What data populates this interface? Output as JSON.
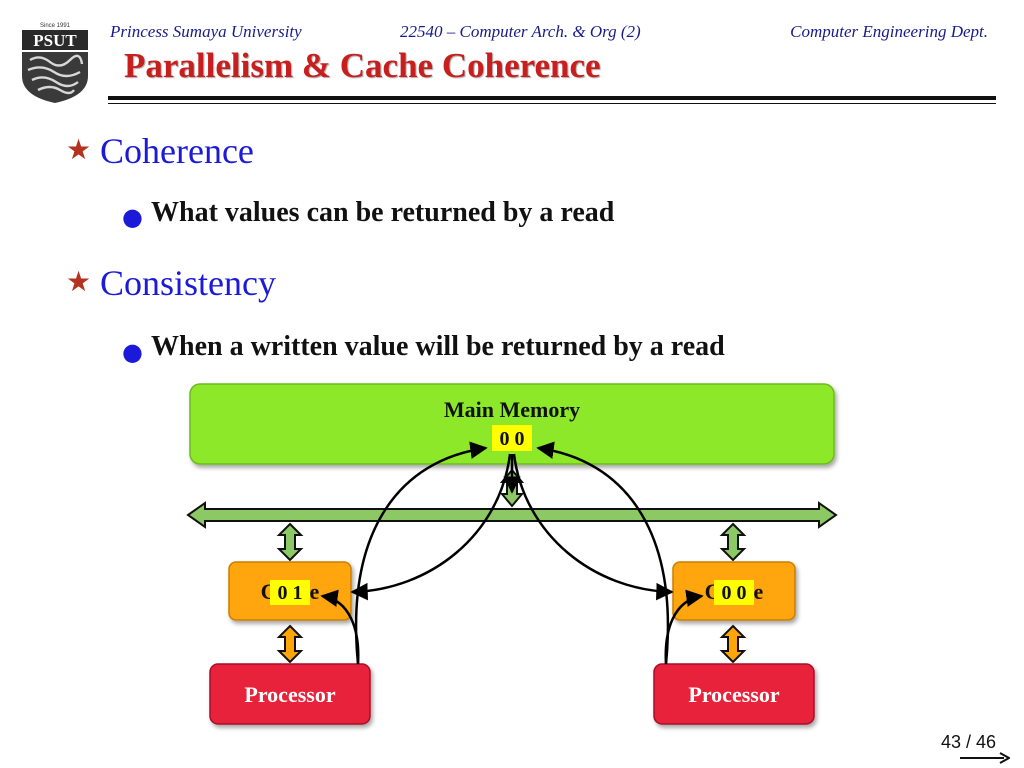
{
  "header": {
    "university": "Princess Sumaya University",
    "course": "22540 – Computer Arch. & Org (2)",
    "department": "Computer Engineering Dept.",
    "logo_text": "PSUT",
    "logo_caption": "Since 1991"
  },
  "slide": {
    "title": "Parallelism & Cache Coherence",
    "bullets": [
      {
        "label": "Coherence",
        "sub": "What values can be returned by a read"
      },
      {
        "label": "Consistency",
        "sub": "When a written value will be returned by a read"
      }
    ]
  },
  "diagram": {
    "memory": {
      "label": "Main Memory",
      "value": "0 0"
    },
    "caches": [
      {
        "label": "Cache",
        "value": "0 1"
      },
      {
        "label": "Cache",
        "value": "0 0"
      }
    ],
    "processors": [
      {
        "label": "Processor"
      },
      {
        "label": "Processor"
      }
    ]
  },
  "footer": {
    "page": "43 / 46"
  },
  "colors": {
    "title": "#c81e1e",
    "header_text": "#1a1a8c",
    "bullet_blue": "#1a1ad8",
    "memory_fill": "#8ee82a",
    "cache_fill": "#ffa50a",
    "processor_fill": "#e8203a",
    "value_highlight": "#ffff00",
    "bus_fill": "#8cc864"
  }
}
